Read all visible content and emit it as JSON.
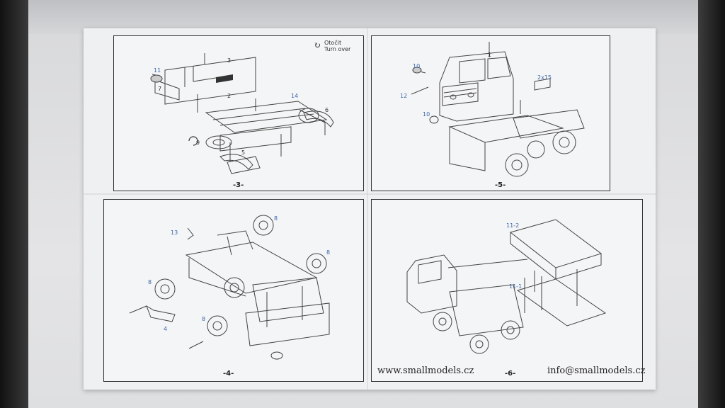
{
  "photo": {
    "subject": "model-kit-instruction-sheet",
    "turn_over_note": [
      "Otočit",
      "Turn over"
    ],
    "panels": [
      {
        "page": "-3-",
        "callouts": [
          "11",
          "7",
          "3",
          "2",
          "14",
          "6",
          "9",
          "5"
        ]
      },
      {
        "page": "-5-",
        "callouts": [
          "1",
          "10",
          "12",
          "10",
          "2x15"
        ]
      },
      {
        "page": "-4-",
        "callouts": [
          "13",
          "8",
          "8",
          "8",
          "8",
          "4"
        ]
      },
      {
        "page": "-6-",
        "callouts": [
          "11-2",
          "11-1"
        ]
      }
    ],
    "footer_left": "www.smallmodels.cz",
    "footer_right": "info@smallmodels.cz"
  }
}
